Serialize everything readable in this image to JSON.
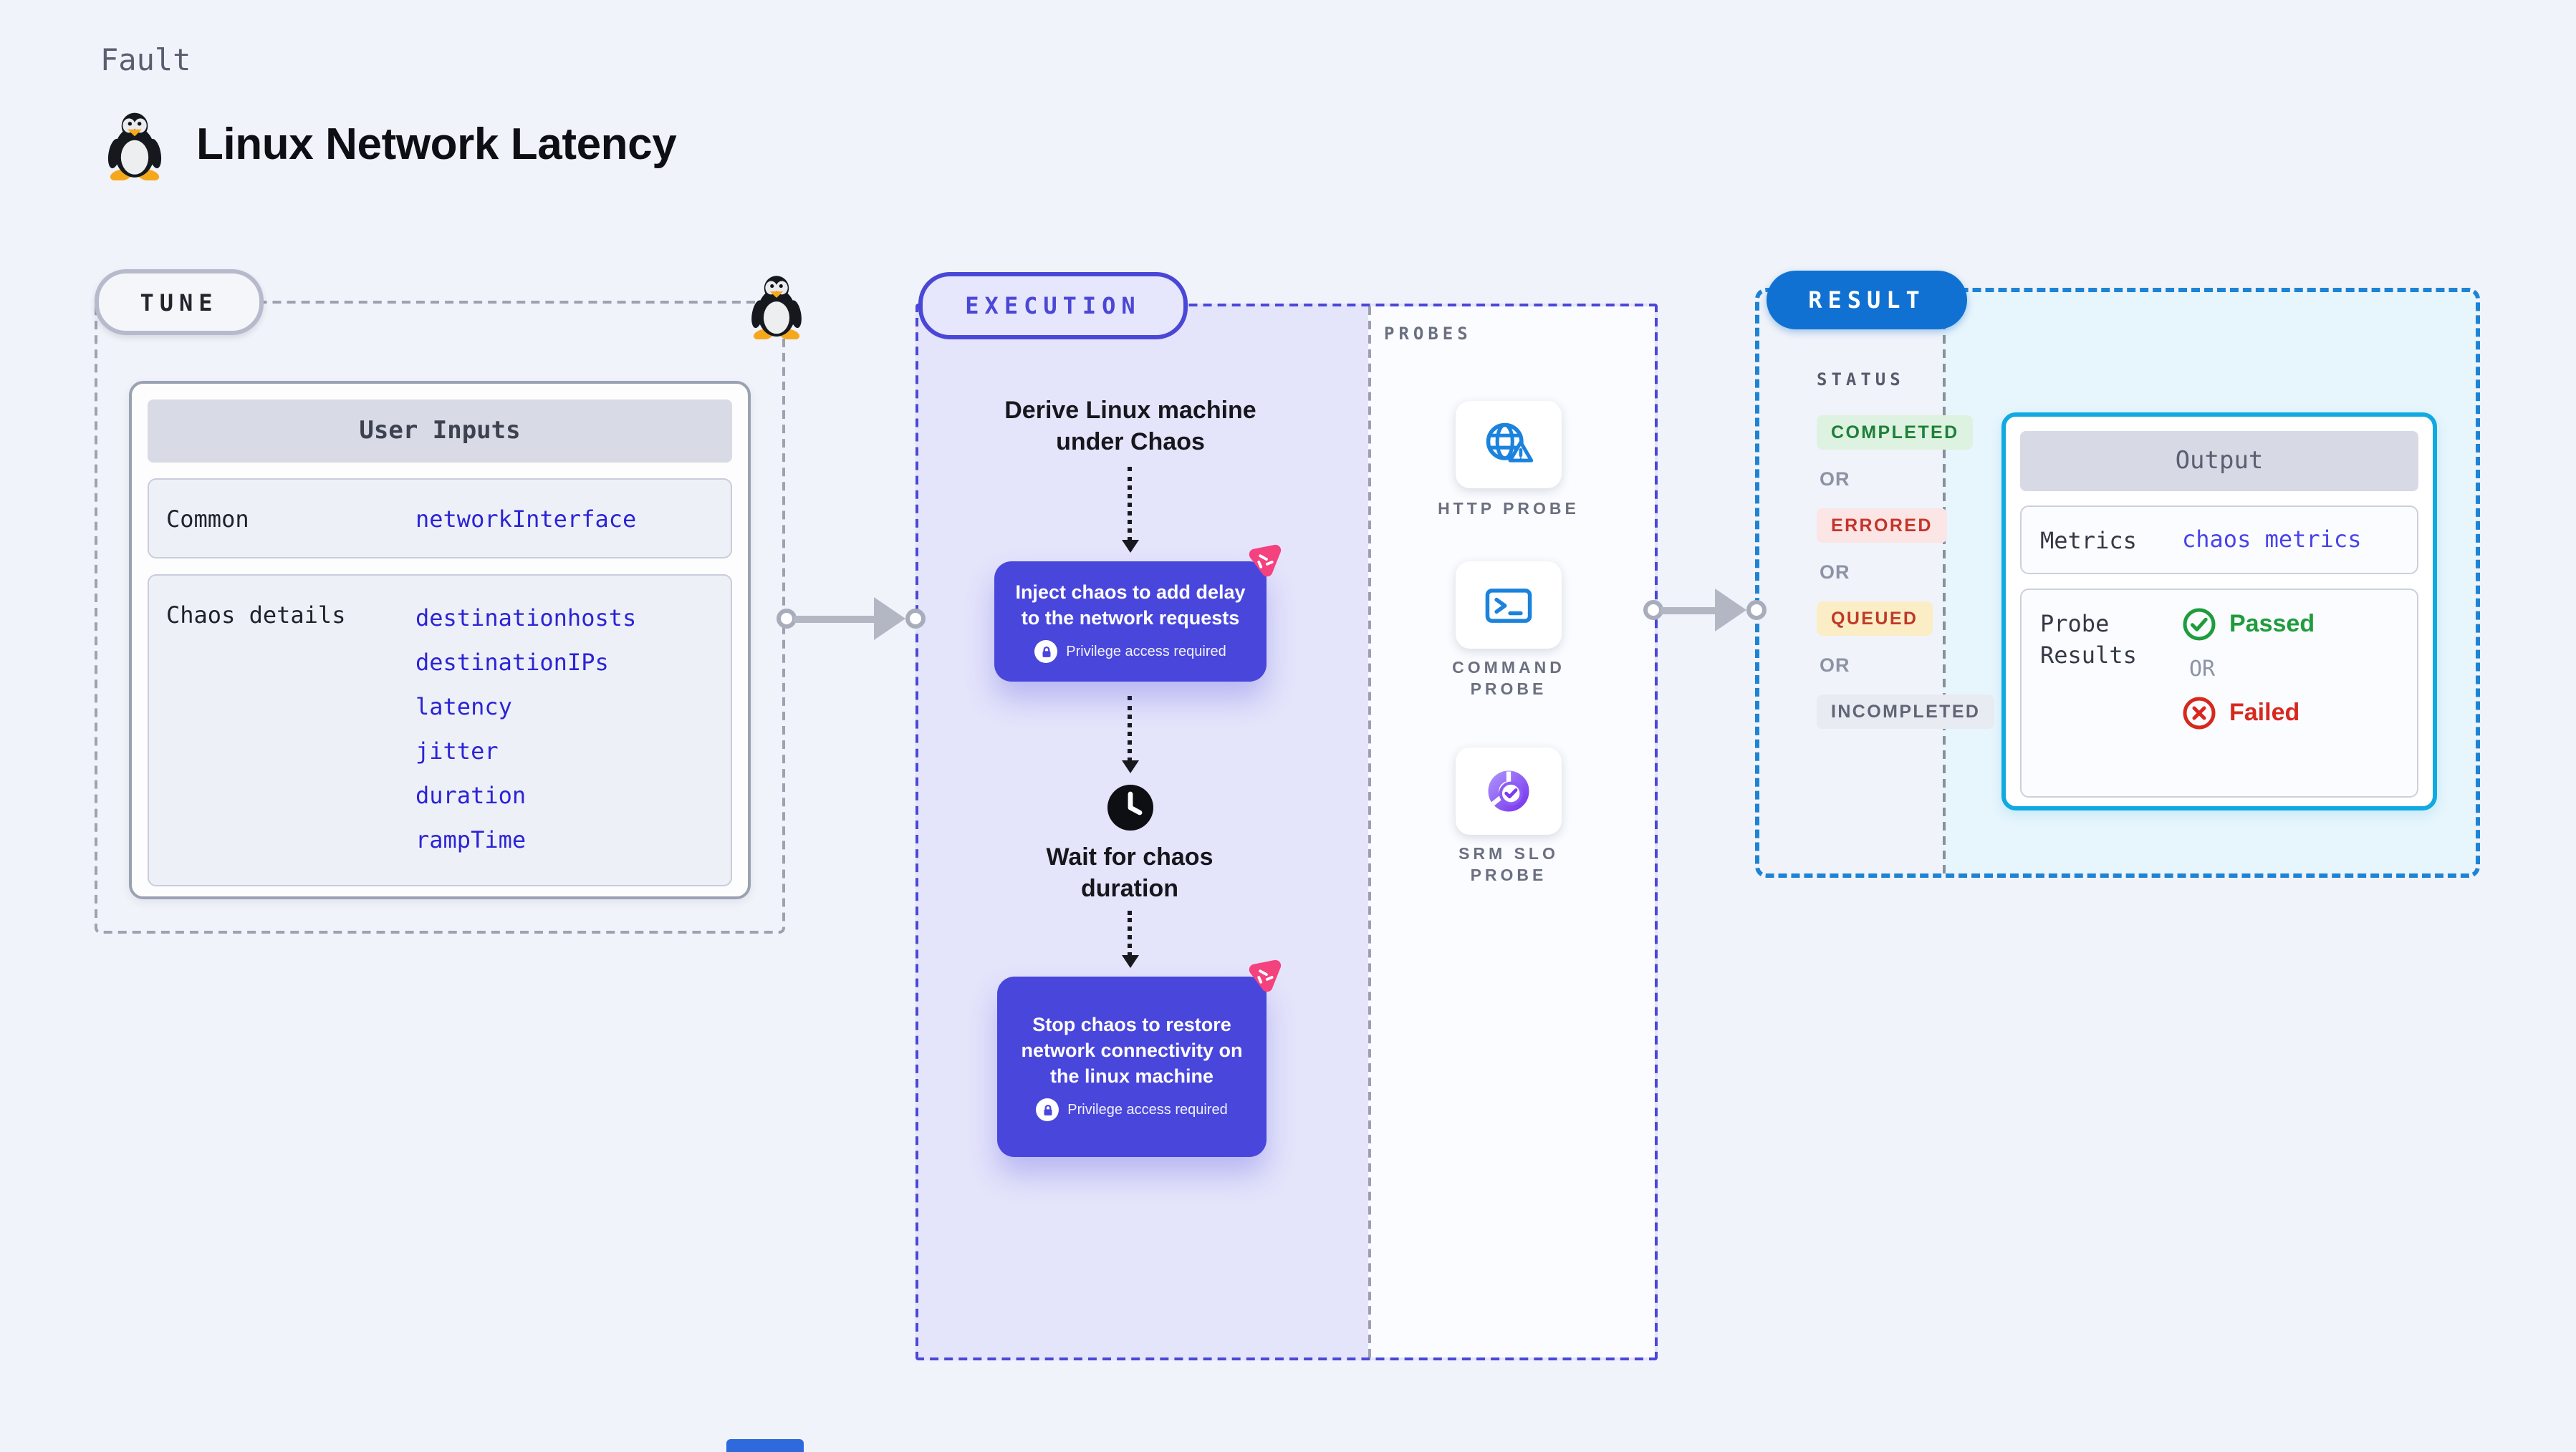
{
  "header": {
    "kicker": "Fault",
    "title": "Linux Network Latency"
  },
  "tune": {
    "pill": "TUNE",
    "user_inputs": {
      "header": "User Inputs",
      "rows": [
        {
          "label": "Common",
          "values": [
            "networkInterface"
          ]
        },
        {
          "label": "Chaos details",
          "values": [
            "destinationhosts",
            "destinationIPs",
            "latency",
            "jitter",
            "duration",
            "rampTime"
          ]
        }
      ]
    }
  },
  "execution": {
    "pill": "EXECUTION",
    "derive_step": "Derive Linux machine under Chaos",
    "inject_step": "Inject chaos to add delay to the network requests",
    "wait_step": "Wait for chaos duration",
    "stop_step": "Stop chaos to restore network connectivity on the linux machine",
    "privilege_note": "Privilege access required",
    "probes": {
      "heading": "PROBES",
      "items": [
        {
          "label": "HTTP PROBE",
          "icon": "globe-alert-icon"
        },
        {
          "label": "COMMAND PROBE",
          "icon": "terminal-icon"
        },
        {
          "label": "SRM SLO PROBE",
          "icon": "slo-donut-icon"
        }
      ]
    }
  },
  "result": {
    "pill": "RESULT",
    "status": {
      "heading": "STATUS",
      "or_label": "OR",
      "badges": [
        {
          "label": "COMPLETED",
          "text_color": "#1e8038",
          "bg_color": "#def2e1"
        },
        {
          "label": "ERRORED",
          "text_color": "#c5342b",
          "bg_color": "#fce5e5"
        },
        {
          "label": "QUEUED",
          "text_color": "#bf3a28",
          "bg_color": "#fbeec6"
        },
        {
          "label": "INCOMPLETED",
          "text_color": "#5f6575",
          "bg_color": "#e9ebf2"
        }
      ]
    },
    "output": {
      "header": "Output",
      "metrics_label": "Metrics",
      "metrics_value": "chaos metrics",
      "probe_results_label": "Probe Results",
      "passed_label": "Passed",
      "or_label": "OR",
      "failed_label": "Failed"
    }
  },
  "colors": {
    "page_bg": "#f0f3f9",
    "execution_accent": "#4b47d6",
    "execution_bg": "#e4e4fb",
    "chaos_box": "#4946dc",
    "chaos_logo_pink": "#f4427e",
    "result_pill_blue": "#1171d2",
    "result_dash_blue": "#1d83d4",
    "output_border_cyan": "#12a9e2",
    "output_bg_cyan": "#e7f5fc",
    "input_value_blue": "#2b24d6",
    "passed_green": "#1f9c3c",
    "failed_red": "#d7281d",
    "probe_icon_blue": "#1b82dd",
    "slo_purple": "#7c3aed"
  }
}
